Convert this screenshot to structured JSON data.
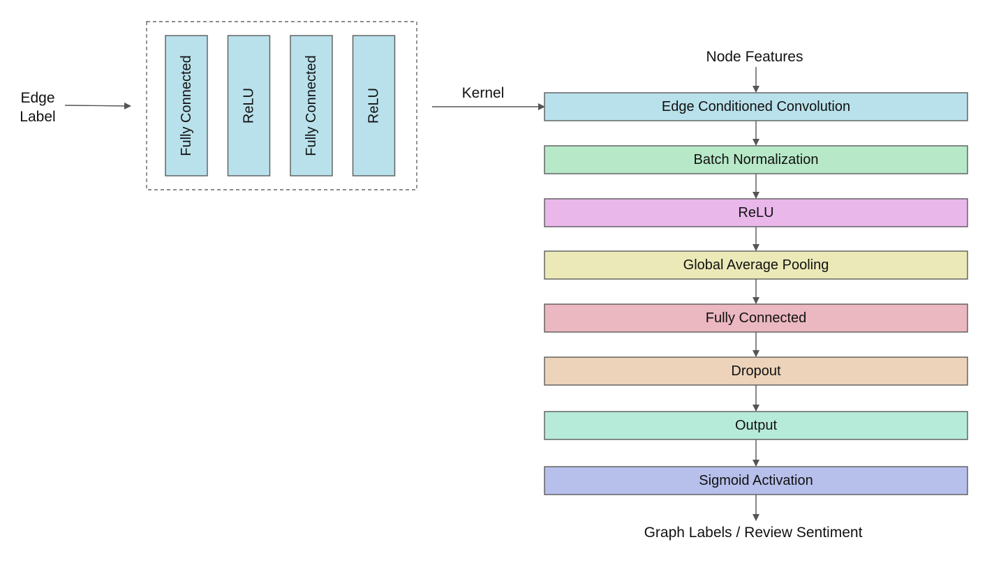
{
  "edge_input": {
    "line1": "Edge",
    "line2": "Label"
  },
  "kernel_label": "Kernel",
  "kernel_network": [
    {
      "label": "Fully Connected",
      "color": "#b9e1eb"
    },
    {
      "label": "ReLU",
      "color": "#b9e1eb"
    },
    {
      "label": "Fully Connected",
      "color": "#b9e1eb"
    },
    {
      "label": "ReLU",
      "color": "#b9e1eb"
    }
  ],
  "node_input": "Node Features",
  "pipeline": [
    {
      "label": "Edge Conditioned Convolution",
      "color": "#b9e1eb"
    },
    {
      "label": "Batch Normalization",
      "color": "#b7e8c8"
    },
    {
      "label": "ReLU",
      "color": "#e9b7ea"
    },
    {
      "label": "Global Average Pooling",
      "color": "#ebe9b7"
    },
    {
      "label": "Fully Connected",
      "color": "#ebb7c0"
    },
    {
      "label": "Dropout",
      "color": "#ecd3b9"
    },
    {
      "label": "Output",
      "color": "#b7ebd9"
    },
    {
      "label": "Sigmoid Activation",
      "color": "#b7bfeb"
    }
  ],
  "output_label": "Graph Labels / Review Sentiment"
}
